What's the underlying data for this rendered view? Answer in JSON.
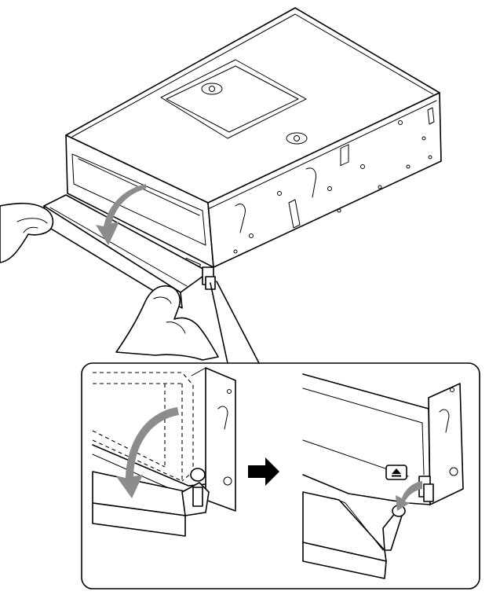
{
  "figure": {
    "colors": {
      "line": "#000000",
      "background": "#ffffff",
      "motion_arrow": "#8c8c8c",
      "step_arrow": "#000000"
    },
    "icons": [
      "hand-icon",
      "rotate-down-arrow-icon",
      "eject-icon",
      "right-arrow-icon"
    ],
    "panels": [
      "overview-drive-with-bezel-being-opened",
      "detail-before",
      "detail-after"
    ]
  }
}
